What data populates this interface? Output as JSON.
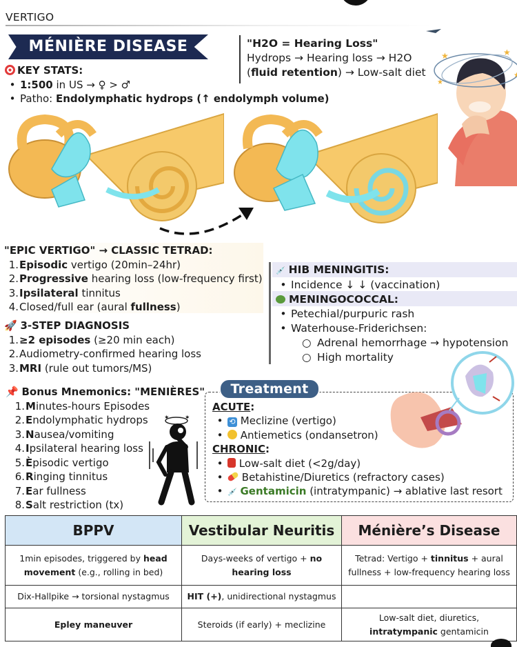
{
  "header": {
    "topic": "VERTIGO",
    "title": "MÉNIÈRE DISEASE"
  },
  "key_stats": {
    "heading": "KEY STATS:",
    "items": [
      {
        "b": "1:500",
        "t": " in US → ♀ > ♂"
      },
      {
        "pre": "Patho: ",
        "b": "Endolymphatic hydrops (↑ endolymph volume)"
      }
    ]
  },
  "h2o": {
    "title": "\"H2O = Hearing Loss\"",
    "line1": "Hydrops → Hearing loss → H2O",
    "line2_open": "(",
    "line2_bold": "fluid retention",
    "line2_close": ") → Low-salt diet"
  },
  "tetrad": {
    "heading": "\"EPIC VERTIGO\" → CLASSIC TETRAD:",
    "items": [
      {
        "n": "1.",
        "b": "Episodic",
        "t": " vertigo (20min–24hr)"
      },
      {
        "n": "2.",
        "b": "Progressive",
        "t": " hearing loss (low-frequency first)"
      },
      {
        "n": "3.",
        "b": "Ipsilateral",
        "t": " tinnitus"
      },
      {
        "n": "4.",
        "pre": "Closed/full ear (aural ",
        "b": "fullness",
        "t": ")"
      }
    ]
  },
  "diagnosis": {
    "heading": "3-STEP DIAGNOSIS",
    "items": [
      {
        "n": "1.",
        "b": "≥2 episodes",
        "t": " (≥20 min each)"
      },
      {
        "n": "2.",
        "t": "Audiometry-confirmed hearing loss"
      },
      {
        "n": "3.",
        "b": "MRI",
        "t": " (rule out tumors/MS)"
      }
    ]
  },
  "hib": {
    "heading": "HIB MENINGITIS:",
    "item": "Incidence ↓ ↓ (vaccination)"
  },
  "meningococcal": {
    "heading": "MENINGOCOCCAL:",
    "items": [
      "Petechial/purpuric rash",
      "Waterhouse-Friderichsen:"
    ],
    "subitems": [
      "Adrenal hemorrhage → hypotension",
      "High mortality"
    ]
  },
  "mnemonics": {
    "heading": "Bonus Mnemonics: \"MENIÈRES\"",
    "items": [
      {
        "n": "1.",
        "b": "M",
        "t": "inutes-hours Episodes"
      },
      {
        "n": "2.",
        "b": "E",
        "t": "ndolymphatic hydrops"
      },
      {
        "n": "3.",
        "b": "N",
        "t": "ausea/vomiting"
      },
      {
        "n": "4.",
        "b": "I",
        "t": "psilateral hearing loss"
      },
      {
        "n": "5.",
        "b": "È",
        "t": "pisodic vertigo"
      },
      {
        "n": "6.",
        "b": "R",
        "t": "inging tinnitus"
      },
      {
        "n": "7.",
        "b": "E",
        "t": "ar fullness"
      },
      {
        "n": "8.",
        "b": "S",
        "t": "alt restriction (tx)"
      }
    ]
  },
  "treatment": {
    "title": "Treatment",
    "acute_heading": "ACUTE",
    "acute": [
      "Meclizine (vertigo)",
      "Antiemetics (ondansetron)"
    ],
    "chronic_heading": "CHRONIC",
    "chronic": [
      {
        "t": "Low-salt diet (<2g/day)"
      },
      {
        "t": "Betahistine/Diuretics (refractory cases)"
      },
      {
        "g": "Gentamicin",
        "t": " (intratympanic) → ablative last resort"
      }
    ]
  },
  "table": {
    "headers": [
      "BPPV",
      "Vestibular Neuritis",
      "Ménière’s Disease"
    ],
    "header_colors": [
      "#d3e6f6",
      "#e3f3d7",
      "#fbe0e0"
    ],
    "rows": [
      [
        {
          "pre": "1min episodes, triggered by ",
          "b": "head movement",
          "post": " (e.g., rolling in bed)"
        },
        {
          "pre": "Days-weeks of vertigo + ",
          "b": "no hearing loss",
          "post": ""
        },
        {
          "pre": "Tetrad: Vertigo + ",
          "b": "tinnitus",
          "post": " + aural fullness + low-frequency hearing loss"
        }
      ],
      [
        {
          "pre": "Dix-Hallpike → torsional nystagmus",
          "b": "",
          "post": ""
        },
        {
          "pre": "",
          "b": "HIT (+)",
          "post": ", unidirectional nystagmus"
        },
        {
          "pre": "",
          "b": "",
          "post": ""
        }
      ],
      [
        {
          "pre": "",
          "b": "Epley maneuver",
          "post": ""
        },
        {
          "pre": "Steroids (if early) + meclizine",
          "b": "",
          "post": ""
        },
        {
          "pre": "Low-salt diet, diuretics, ",
          "b": "intratympanic",
          "post": " gentamicin"
        }
      ]
    ]
  },
  "icons": [
    "target-icon",
    "rocket-icon",
    "syringe-icon",
    "bacteria-icon",
    "pushpin-icon",
    "refresh-icon",
    "nausea-face-icon",
    "salt-icon",
    "pill-icon",
    "arrow-icon"
  ],
  "colors": {
    "banner": "#1d2a52",
    "treatment_pill": "#3d5f86",
    "cyan_fluid": "#7fe3ec",
    "bone": "#f5c560",
    "shirt": "#ea7d6a"
  }
}
